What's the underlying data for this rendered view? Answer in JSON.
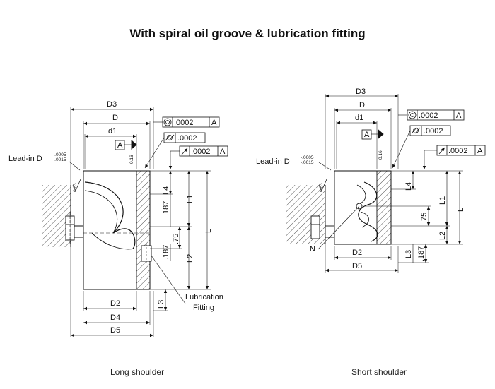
{
  "title": "With spiral oil groove & lubrication fitting",
  "left_drawing": {
    "caption": "Long shoulder",
    "dims": {
      "D3": "D3",
      "D": "D",
      "d1": "d1",
      "D2": "D2",
      "D4": "D4",
      "D5": "D5",
      "L": "L",
      "L1": "L1",
      "L2": "L2",
      "L3": "L3",
      "L4": "L4",
      "v187a": ".187",
      "v187b": ".187",
      "v75": ".75",
      "v16": "0.16"
    },
    "lead_in": {
      "label": "Lead-in D",
      "tol_top": "-.0005",
      "tol_bot": "-.0015",
      "finish": "0.63"
    },
    "datum": "A",
    "fcf_concentricity": {
      "value": ".0002",
      "datum": "A"
    },
    "fcf_cylindricity": {
      "value": ".0002"
    },
    "fcf_runout": {
      "value": ".0002",
      "datum": "A"
    },
    "lubrication_label_1": "Lubrication",
    "lubrication_label_2": "Fitting"
  },
  "right_drawing": {
    "caption": "Short shoulder",
    "dims": {
      "D3": "D3",
      "D": "D",
      "d1": "d1",
      "D2": "D2",
      "D5": "D5",
      "L": "L",
      "L1": "L1",
      "L2": "L2",
      "L3": "L3",
      "L4": "L4",
      "v75": ".75",
      "v187": ".187",
      "v16": "0.16",
      "N": "N"
    },
    "lead_in": {
      "label": "Lead-in D",
      "tol_top": "-.0005",
      "tol_bot": "-.0015",
      "finish": "0.63"
    },
    "datum": "A",
    "fcf_concentricity": {
      "value": ".0002",
      "datum": "A"
    },
    "fcf_cylindricity": {
      "value": ".0002"
    },
    "fcf_runout": {
      "value": ".0002",
      "datum": "A"
    }
  },
  "icons": {
    "concentricity": "concentricity-symbol-icon",
    "cylindricity": "cylindricity-symbol-icon",
    "runout": "circular-runout-symbol-icon",
    "datum_triangle": "datum-triangle-icon",
    "surface_finish": "surface-finish-icon"
  }
}
